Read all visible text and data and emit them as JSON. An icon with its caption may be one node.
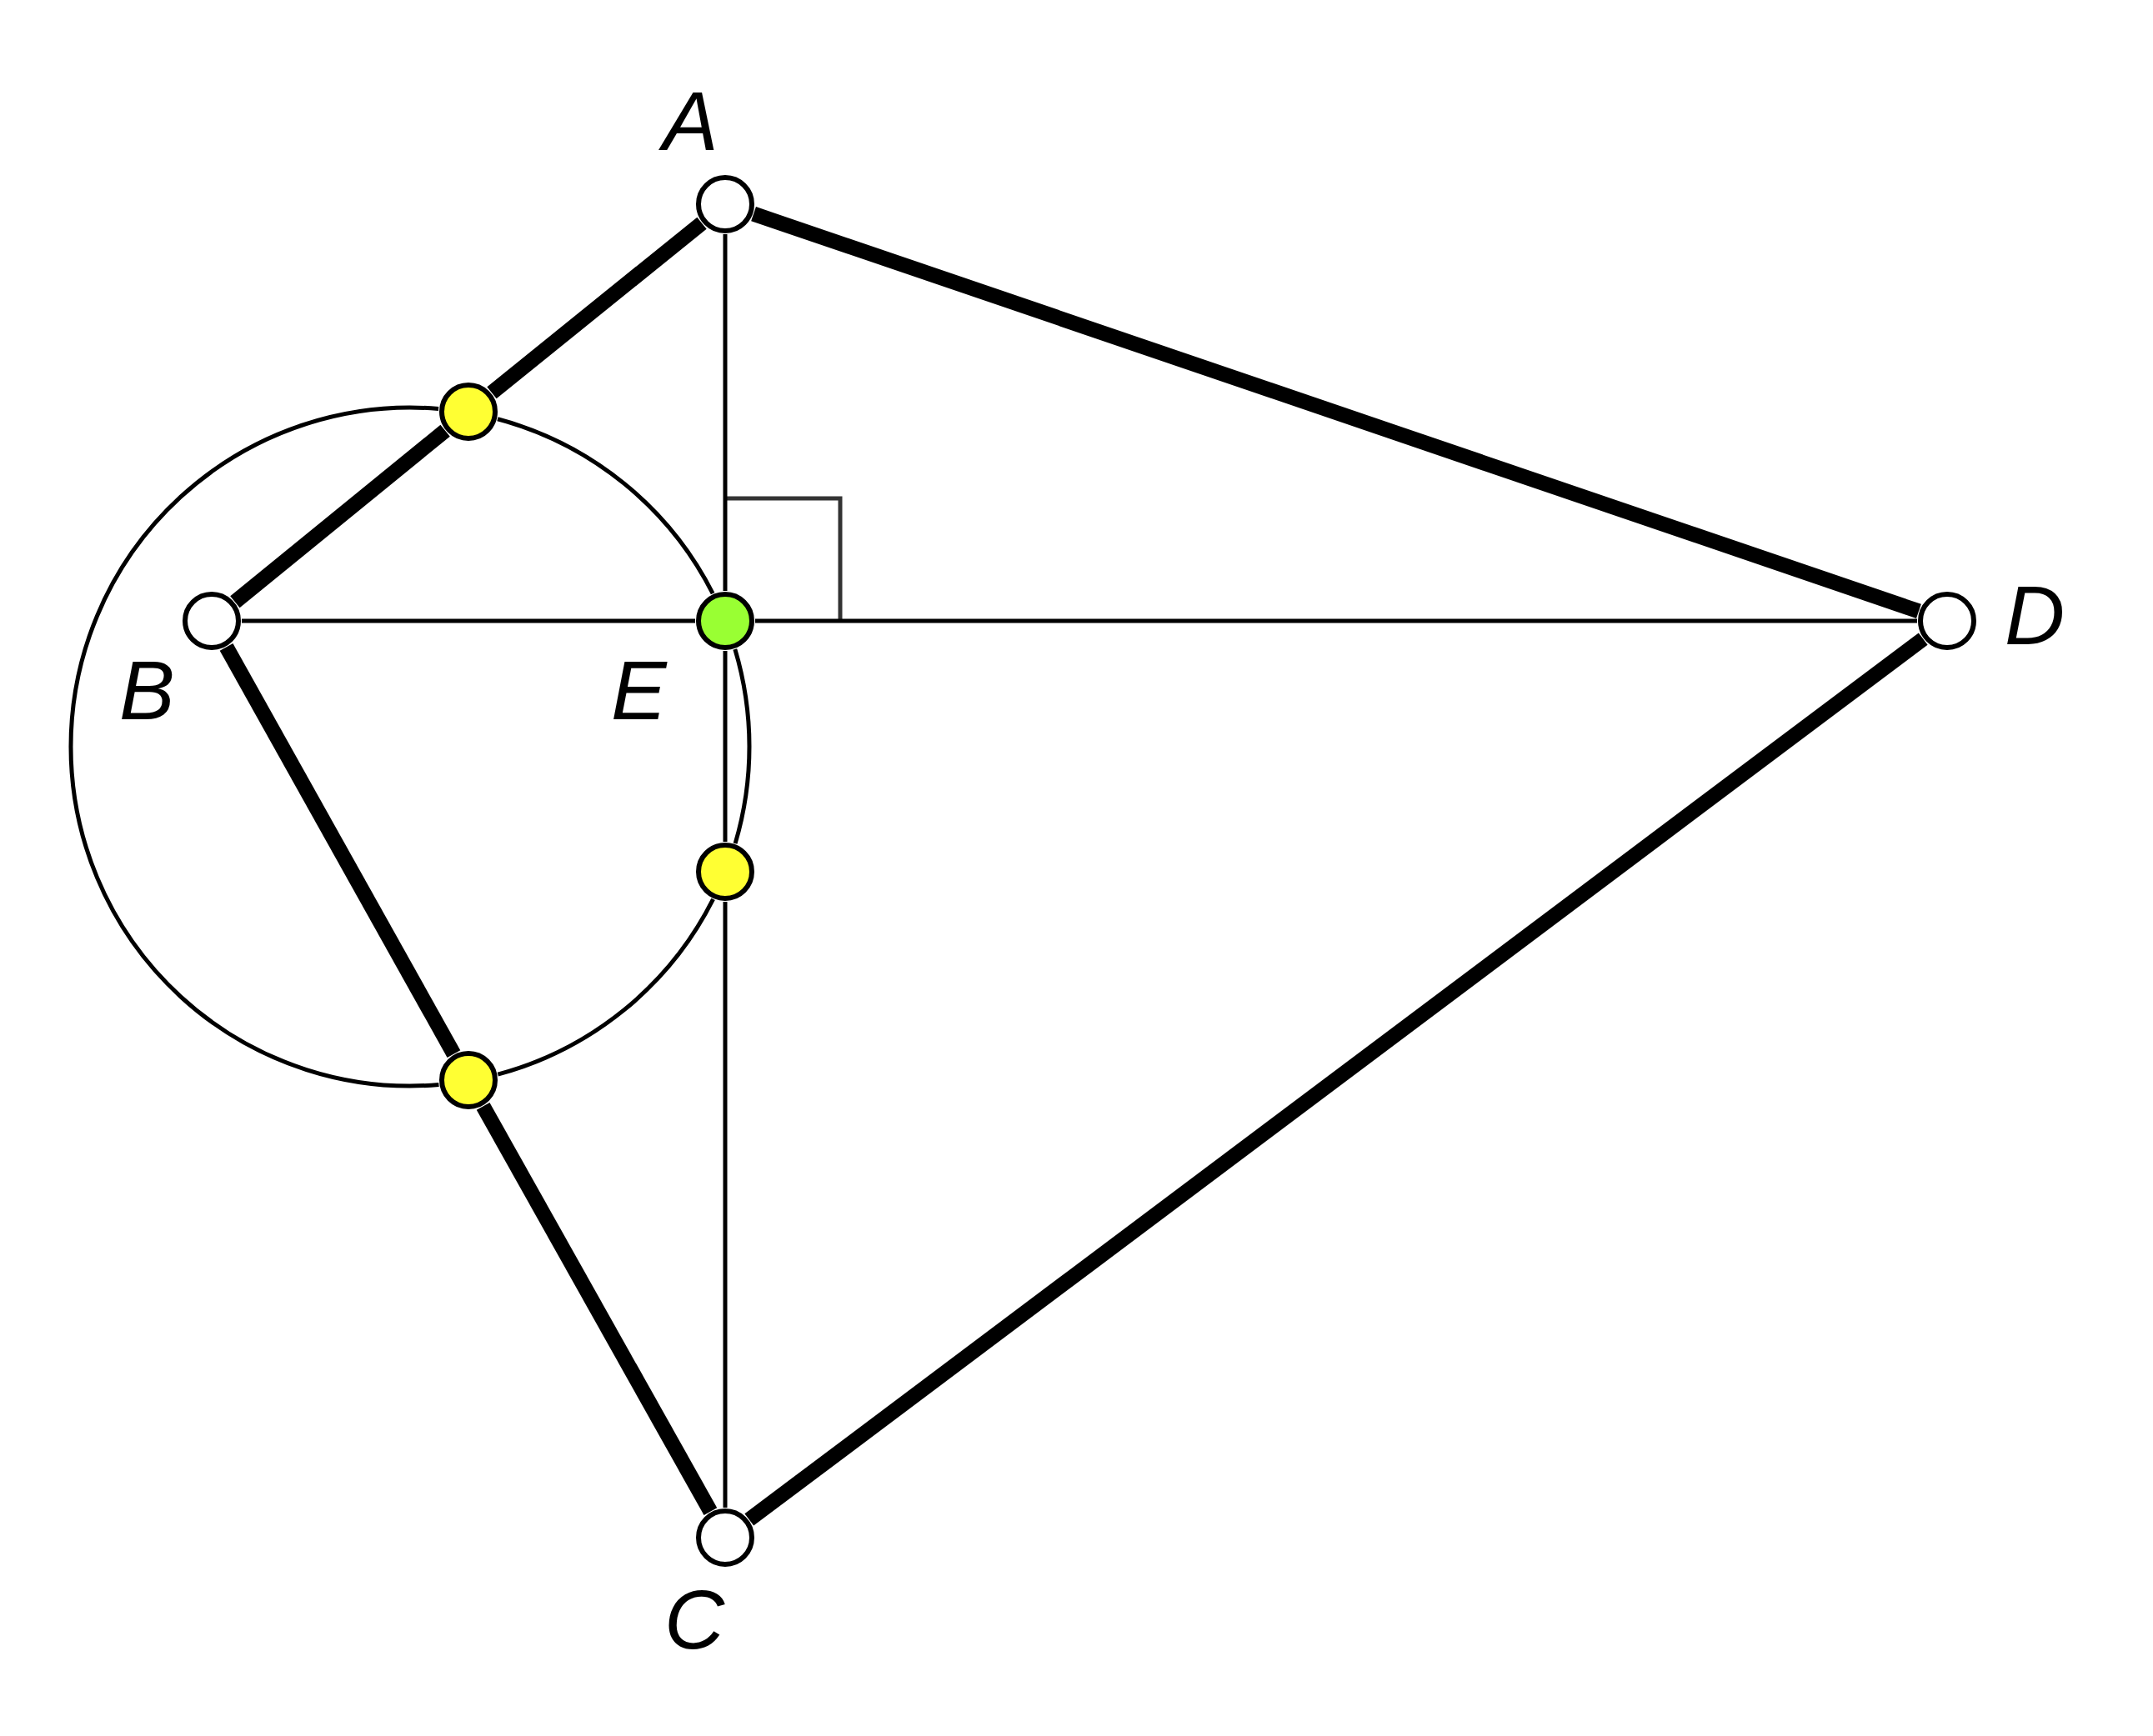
{
  "diagram": {
    "nodes": [
      {
        "text": [
          "A"
        ]
      },
      {
        "text": [
          "B"
        ]
      },
      {
        "text": [
          "C"
        ]
      },
      {
        "text": [
          "D"
        ]
      },
      {
        "text": [
          "E"
        ]
      },
      {
        "text": [],
        "shape": "circle"
      },
      {
        "text": [],
        "shape": "circle"
      },
      {
        "text": [],
        "shape": "circle"
      }
    ],
    "edges": [
      {
        "from": 0,
        "to": 3,
        "arrow": "none",
        "style": "thick"
      },
      {
        "from": 3,
        "to": 2,
        "arrow": "none",
        "style": "thick"
      },
      {
        "from": 0,
        "to": 5,
        "arrow": "none",
        "style": "thick"
      },
      {
        "from": 5,
        "to": 1,
        "arrow": "none",
        "style": "thick"
      },
      {
        "from": 1,
        "to": 7,
        "arrow": "none",
        "style": "thick"
      },
      {
        "from": 7,
        "to": 2,
        "arrow": "none",
        "style": "thick"
      },
      {
        "from": 0,
        "to": 4,
        "arrow": "none"
      },
      {
        "from": 4,
        "to": 6,
        "arrow": "none"
      },
      {
        "from": 6,
        "to": 2,
        "arrow": "none"
      },
      {
        "from": 1,
        "to": 4,
        "arrow": "none"
      },
      {
        "from": 4,
        "to": 3,
        "arrow": "none"
      },
      {
        "from": 5,
        "to": 4,
        "arrow": "none"
      },
      {
        "from": 4,
        "to": 6,
        "arrow": "none"
      },
      {
        "from": 6,
        "to": 7,
        "arrow": "none"
      },
      {
        "from": 7,
        "to": 5,
        "arrow": "none"
      }
    ]
  }
}
